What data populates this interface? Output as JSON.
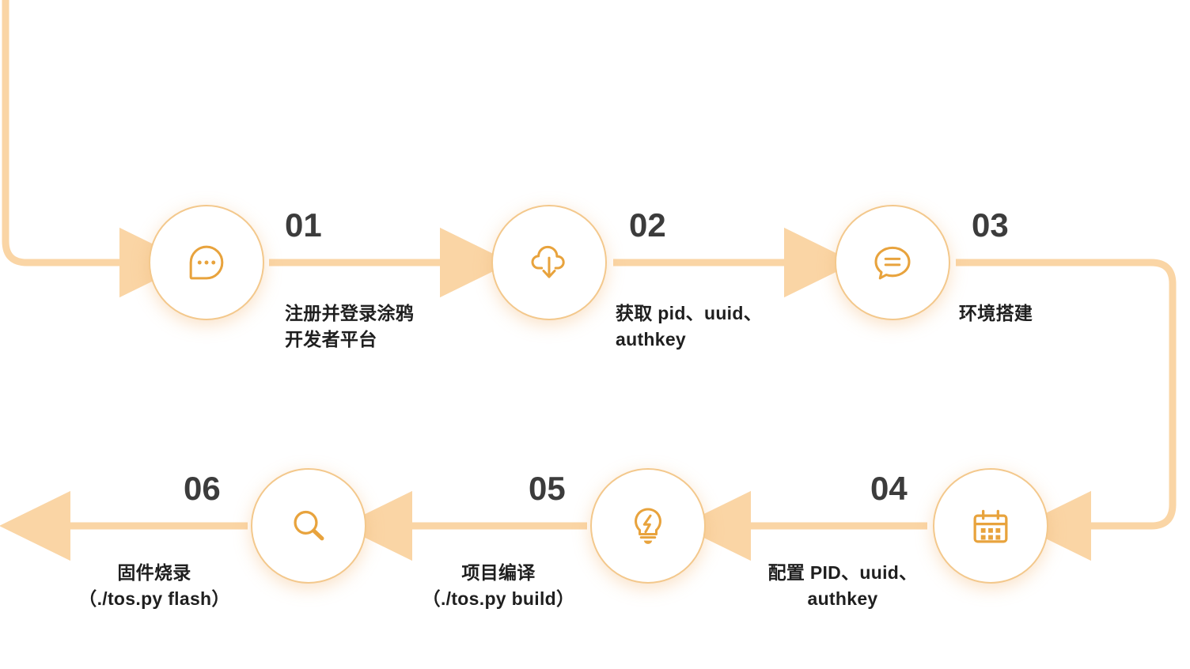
{
  "theme": {
    "background": "#ffffff",
    "arrow_color": "#FAD5A5",
    "circle_border": "#F3C88C",
    "icon_color": "#E8A33D",
    "number_color": "#3C3C3C",
    "label_color": "#1F1F1F"
  },
  "diagram": {
    "type": "flowchart",
    "direction": "serpentine-left-to-right-then-right-to-left",
    "steps": [
      {
        "number": "01",
        "icon": "chat-dots-icon",
        "label": "注册并登录涂鸦\n开发者平台"
      },
      {
        "number": "02",
        "icon": "cloud-download-icon",
        "label": "获取 pid、uuid、\nauthkey"
      },
      {
        "number": "03",
        "icon": "chat-lines-icon",
        "label": "环境搭建"
      },
      {
        "number": "04",
        "icon": "calendar-icon",
        "label": "配置 PID、uuid、\nauthkey"
      },
      {
        "number": "05",
        "icon": "lightbulb-bolt-icon",
        "label": "项目编译\n（./tos.py build）"
      },
      {
        "number": "06",
        "icon": "magnifier-icon",
        "label": "固件烧录\n（./tos.py flash）"
      }
    ]
  }
}
